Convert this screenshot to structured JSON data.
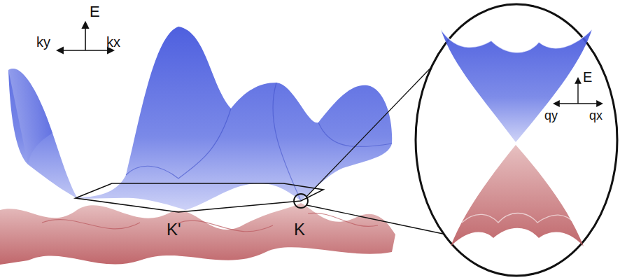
{
  "diagram": {
    "labels": [
      "E",
      "ky",
      "kx",
      "K'",
      "K",
      "E",
      "qy",
      "qx"
    ]
  }
}
